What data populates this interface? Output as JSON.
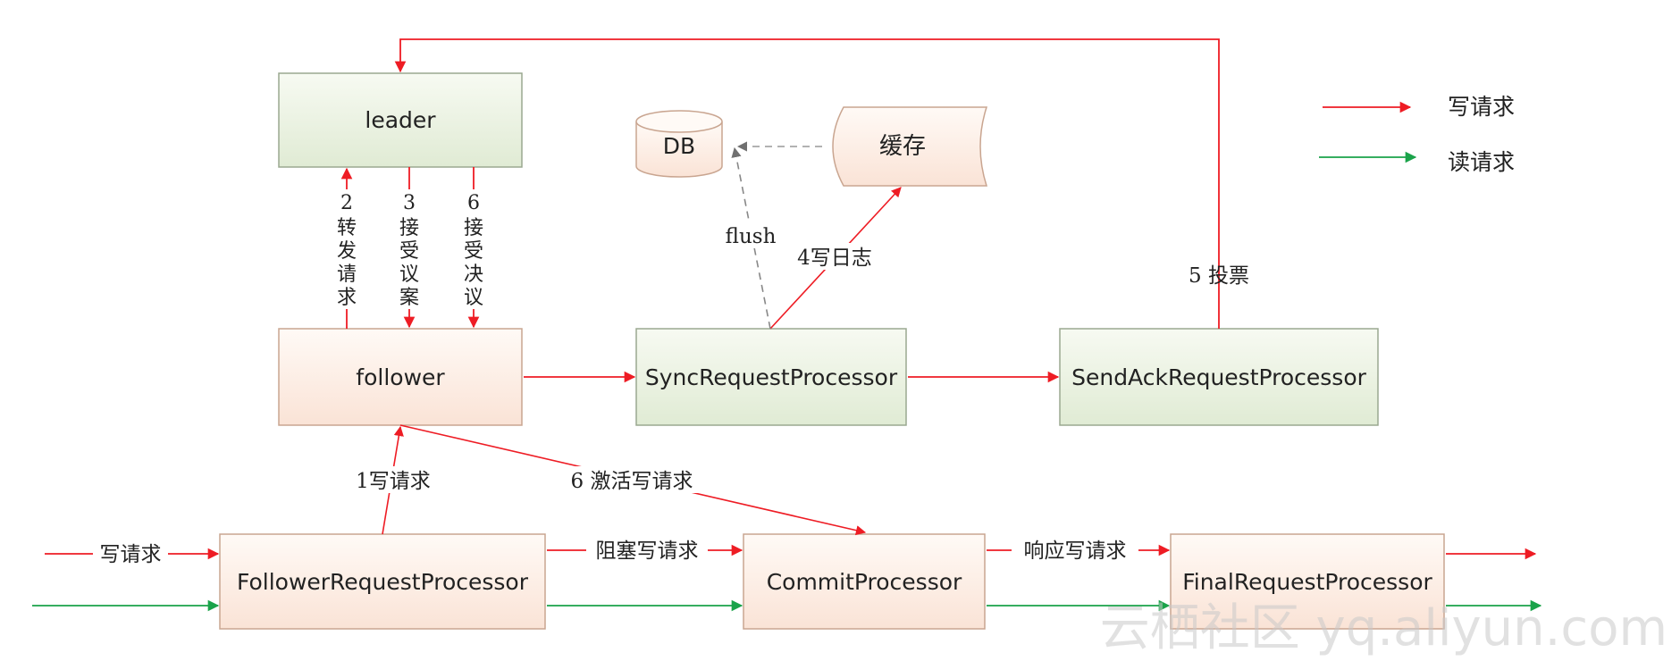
{
  "nodes": {
    "leader": "leader",
    "follower": "follower",
    "sync": "SyncRequestProcessor",
    "sendack": "SendAckRequestProcessor",
    "db": "DB",
    "cache": "缓存",
    "follower_rp": "FollowerRequestProcessor",
    "commit": "CommitProcessor",
    "final": "FinalRequestProcessor"
  },
  "edges": {
    "forward": [
      "2",
      "转",
      "发",
      "请",
      "求"
    ],
    "accept_proposal": [
      "3",
      "接",
      "受",
      "议",
      "案"
    ],
    "accept_decision": [
      "6",
      "接",
      "受",
      "决",
      "议"
    ],
    "flush": "flush",
    "write_log": "4写日志",
    "vote": "5 投票",
    "write_req_1": "1写请求",
    "activate": "6 激活写请求",
    "input_write": "写请求",
    "block": "阻塞写请求",
    "respond": "响应写请求"
  },
  "legend": {
    "write": "写请求",
    "read": "读请求"
  },
  "colors": {
    "write": "#ee1c24",
    "read": "#1aa34a",
    "dashed": "#888888",
    "green_box_top": "#f5f9f0",
    "green_box_bottom": "#e2ecd7",
    "peach_box_top": "#fff8f3",
    "peach_box_bottom": "#fbe6da"
  },
  "watermark": "云栖社区 yq.aliyun.com"
}
